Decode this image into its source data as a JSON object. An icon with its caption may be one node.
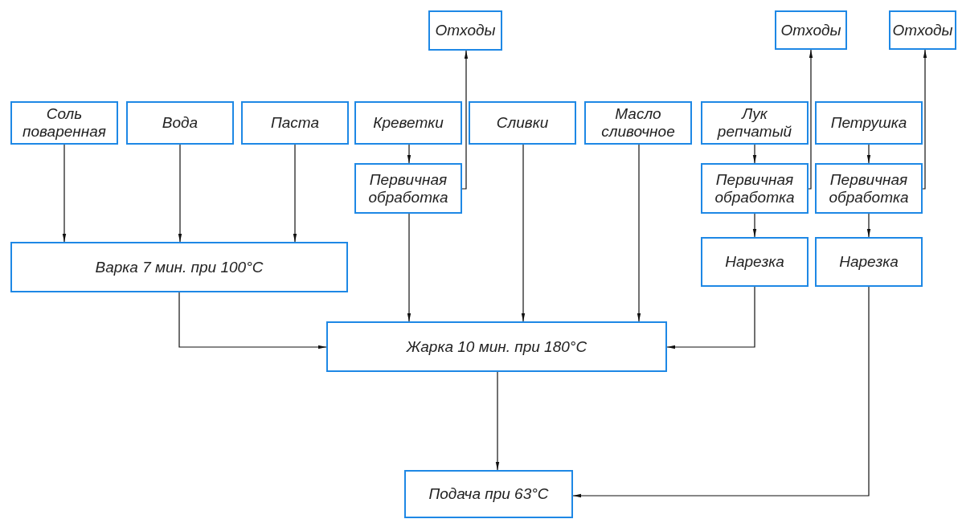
{
  "diagram": {
    "nodes": [
      {
        "text": [
          "Отходы"
        ]
      },
      {
        "text": [
          "Отходы"
        ]
      },
      {
        "text": [
          "Отходы"
        ]
      },
      {
        "text": [
          "Соль поваренная"
        ]
      },
      {
        "text": [
          "Вода"
        ]
      },
      {
        "text": [
          "Паста"
        ]
      },
      {
        "text": [
          "Креветки"
        ]
      },
      {
        "text": [
          "Сливки"
        ]
      },
      {
        "text": [
          "Масло сливочное"
        ]
      },
      {
        "text": [
          "Лук репчатый"
        ]
      },
      {
        "text": [
          "Петрушка"
        ]
      },
      {
        "text": [
          "Первичная обработка"
        ]
      },
      {
        "text": [
          "Первичная обработка"
        ]
      },
      {
        "text": [
          "Первичная обработка"
        ]
      },
      {
        "text": [
          "Варка 7 мин. при 100°С"
        ]
      },
      {
        "text": [
          "Нарезка"
        ]
      },
      {
        "text": [
          "Нарезка"
        ]
      },
      {
        "text": [
          "Жарка 10 мин. при 180°С"
        ]
      },
      {
        "text": [
          "Подача при 63°С"
        ]
      }
    ],
    "edges": [
      {
        "from": 3,
        "to": 14,
        "arrow": "to"
      },
      {
        "from": 4,
        "to": 14,
        "arrow": "to"
      },
      {
        "from": 5,
        "to": 14,
        "arrow": "to"
      },
      {
        "from": 6,
        "to": 11,
        "arrow": "to"
      },
      {
        "from": 11,
        "to": 0,
        "arrow": "to"
      },
      {
        "from": 11,
        "to": 17,
        "arrow": "to"
      },
      {
        "from": 7,
        "to": 17,
        "arrow": "to"
      },
      {
        "from": 8,
        "to": 17,
        "arrow": "to"
      },
      {
        "from": 9,
        "to": 12,
        "arrow": "to"
      },
      {
        "from": 12,
        "to": 1,
        "arrow": "to"
      },
      {
        "from": 12,
        "to": 15,
        "arrow": "to"
      },
      {
        "from": 10,
        "to": 13,
        "arrow": "to"
      },
      {
        "from": 13,
        "to": 2,
        "arrow": "to"
      },
      {
        "from": 13,
        "to": 16,
        "arrow": "to"
      },
      {
        "from": 14,
        "to": 17,
        "arrow": "to"
      },
      {
        "from": 15,
        "to": 17,
        "arrow": "to"
      },
      {
        "from": 17,
        "to": 18,
        "arrow": "to"
      },
      {
        "from": 16,
        "to": 18,
        "arrow": "to"
      }
    ]
  }
}
